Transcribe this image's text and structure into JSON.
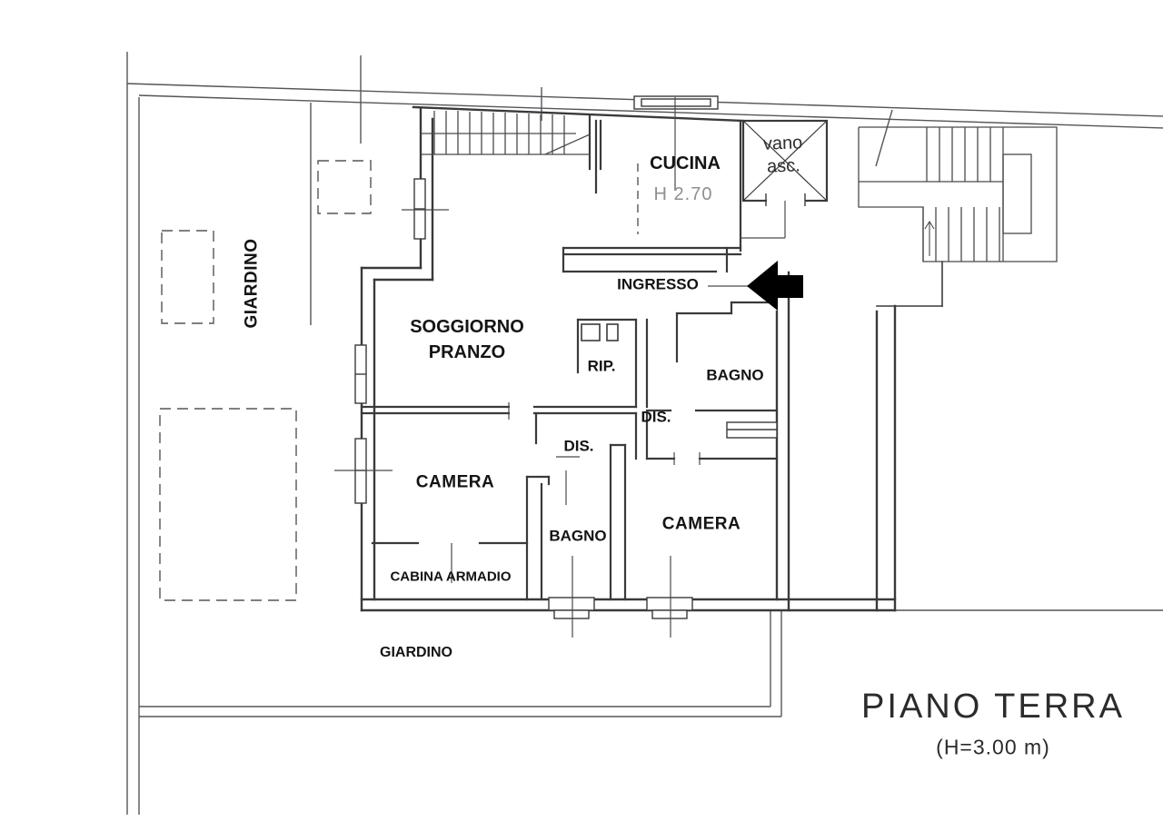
{
  "plan": {
    "title": "PIANO TERRA",
    "subtitle": "(H=3.00 m)",
    "labels": {
      "giardino_left": "GIARDINO",
      "giardino_bottom": "GIARDINO",
      "cucina": "CUCINA",
      "cucina_height": "H 2.70",
      "vano_asc_line1": "vano",
      "vano_asc_line2": "asc.",
      "ingresso": "INGRESSO",
      "soggiorno_line1": "SOGGIORNO",
      "soggiorno_line2": "PRANZO",
      "rip": "RIP.",
      "bagno_top": "BAGNO",
      "dis_upper": "DIS.",
      "dis_lower": "DIS.",
      "camera_left": "CAMERA",
      "bagno_bottom": "BAGNO",
      "camera_right": "CAMERA",
      "cabina_armadio": "CABINA ARMADIO"
    },
    "colors": {
      "background": "#ffffff",
      "wall_line": "#3a3a3a",
      "boundary_line": "#55555a",
      "text": "#141414",
      "muted_text": "#8f8f8f",
      "arrow": "#000000"
    }
  }
}
